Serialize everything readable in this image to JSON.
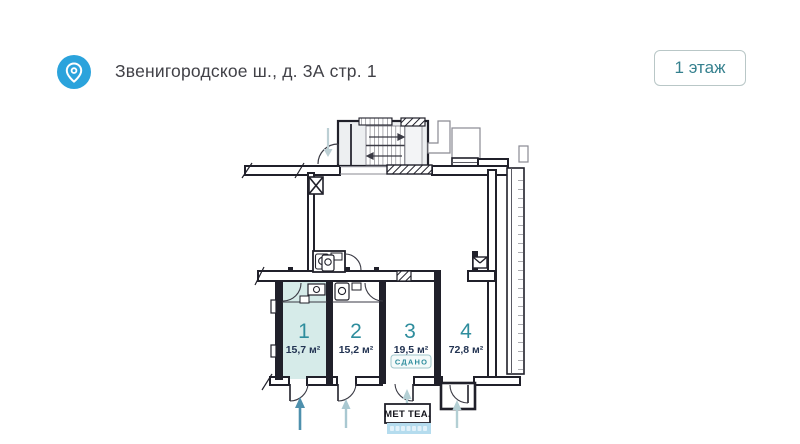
{
  "header": {
    "address": "Звенигородское ш., д. 3А стр. 1",
    "floor_badge": "1 этаж"
  },
  "plan": {
    "rooms": [
      {
        "number": "1",
        "area": "15,7 м²",
        "highlighted": true
      },
      {
        "number": "2",
        "area": "15,2 м²",
        "highlighted": false
      },
      {
        "number": "3",
        "area": "19,5 м²",
        "highlighted": false,
        "status": "СДАНО"
      },
      {
        "number": "4",
        "area": "72,8 м²",
        "highlighted": false
      }
    ],
    "watermark": {
      "label": "МЕТ ТЕА."
    },
    "colors": {
      "wall": "#20202a",
      "room_highlight": "#d6ebe9",
      "room_number": "#2e8d9d",
      "area_text": "#223352",
      "status_text": "#2e8d9d",
      "badge_text": "#35808e",
      "pin_icon_bg": "#2ba3dc",
      "arrow_primary": "#4e90ad",
      "arrow_secondary": "#aac9d2"
    }
  }
}
